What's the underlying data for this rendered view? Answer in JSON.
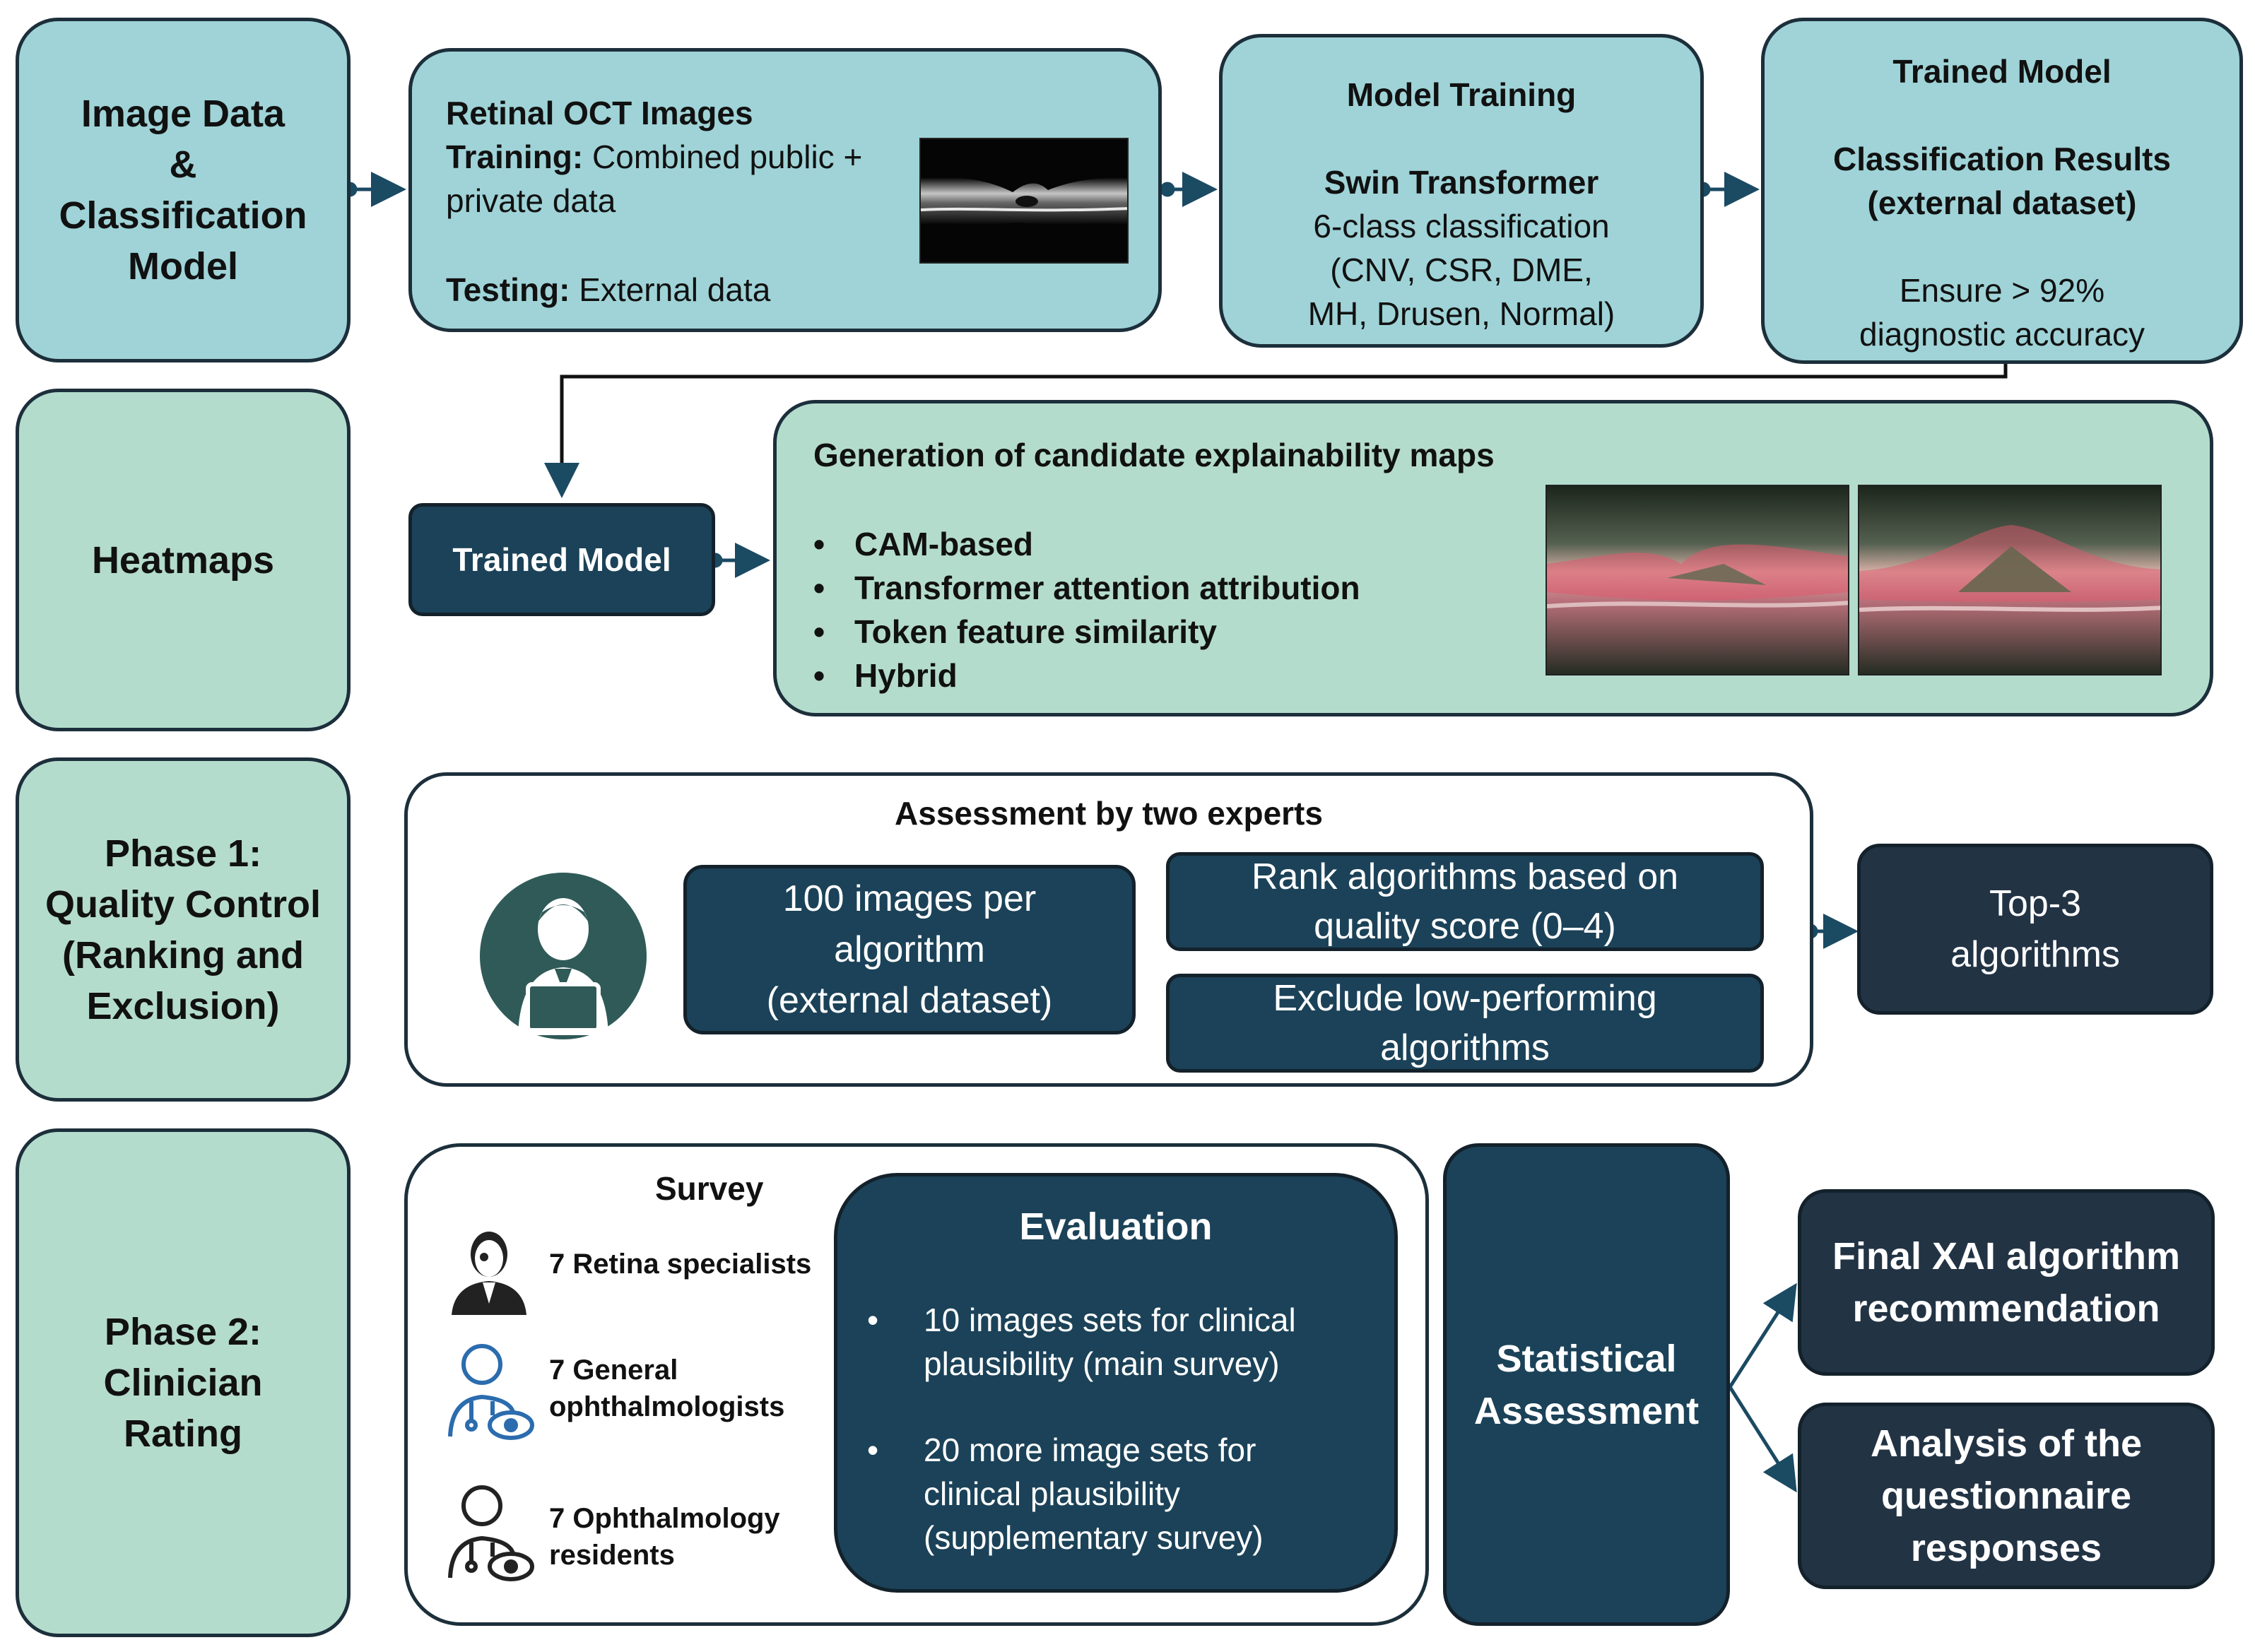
{
  "colors": {
    "teal": "#9fd3d7",
    "mint": "#b4dccd",
    "dark_box": "#1b4258",
    "navy_box": "#223344",
    "outline": "#1c2f3b"
  },
  "stages": {
    "image_data": [
      "Image Data",
      "&",
      "Classification",
      "Model"
    ],
    "heatmaps": [
      "Heatmaps"
    ],
    "phase1": [
      "Phase 1:",
      "Quality Control",
      "(Ranking and",
      "Exclusion)"
    ],
    "phase2": [
      "Phase 2:",
      "Clinician",
      "Rating"
    ]
  },
  "oct_box": {
    "title": "Retinal OCT Images",
    "training_label": "Training:",
    "training_text": "Combined public +",
    "training_text2": "private data",
    "testing_label": "Testing:",
    "testing_text": "External data",
    "image_icon": "oct-scan-image"
  },
  "model_training": {
    "title": "Model Training",
    "subtitle": "Swin Transformer",
    "lines": [
      "6-class classification",
      "(CNV, CSR, DME,",
      "MH, Drusen, Normal)"
    ]
  },
  "trained_model_top": {
    "title": "Trained Model",
    "subtitle_lines": [
      "Classification Results",
      "(external dataset)"
    ],
    "lines": [
      "Ensure > 92%",
      "diagnostic accuracy"
    ]
  },
  "heatmap_section": {
    "trained_model_label": "Trained Model",
    "title": "Generation of candidate explainability maps",
    "bullets": [
      "CAM-based",
      "Transformer attention attribution",
      "Token feature similarity",
      "Hybrid"
    ],
    "image_icons": [
      "heatmap-overlay-image",
      "heatmap-overlay-image"
    ]
  },
  "phase1_section": {
    "title": "Assessment by two experts",
    "expert_icon": "expert-at-laptop-icon",
    "images_box": [
      "100 images per",
      "algorithm",
      "(external dataset)"
    ],
    "rank_box": [
      "Rank algorithms based on",
      "quality score (0–4)"
    ],
    "exclude_box": [
      "Exclude low-performing",
      "algorithms"
    ],
    "top3_box": [
      "Top-3",
      "algorithms"
    ]
  },
  "phase2_section": {
    "survey_title": "Survey",
    "participants": [
      {
        "icon": "retina-specialist-icon",
        "lines": [
          "7 Retina specialists"
        ]
      },
      {
        "icon": "general-ophthalmologist-icon",
        "lines": [
          "7 General",
          "ophthalmologists"
        ]
      },
      {
        "icon": "ophthalmology-resident-icon",
        "lines": [
          "7 Ophthalmology",
          "residents"
        ]
      }
    ],
    "evaluation_title": "Evaluation",
    "evaluation_bullets": [
      [
        "10 images sets for clinical",
        "plausibility (main survey)"
      ],
      [
        "20 more image sets for",
        "clinical plausibility",
        "(supplementary survey)"
      ]
    ],
    "statistical": [
      "Statistical",
      "Assessment"
    ],
    "final_rec": [
      "Final XAI algorithm",
      "recommendation"
    ],
    "analysis": [
      "Analysis of the",
      "questionnaire",
      "responses"
    ]
  }
}
